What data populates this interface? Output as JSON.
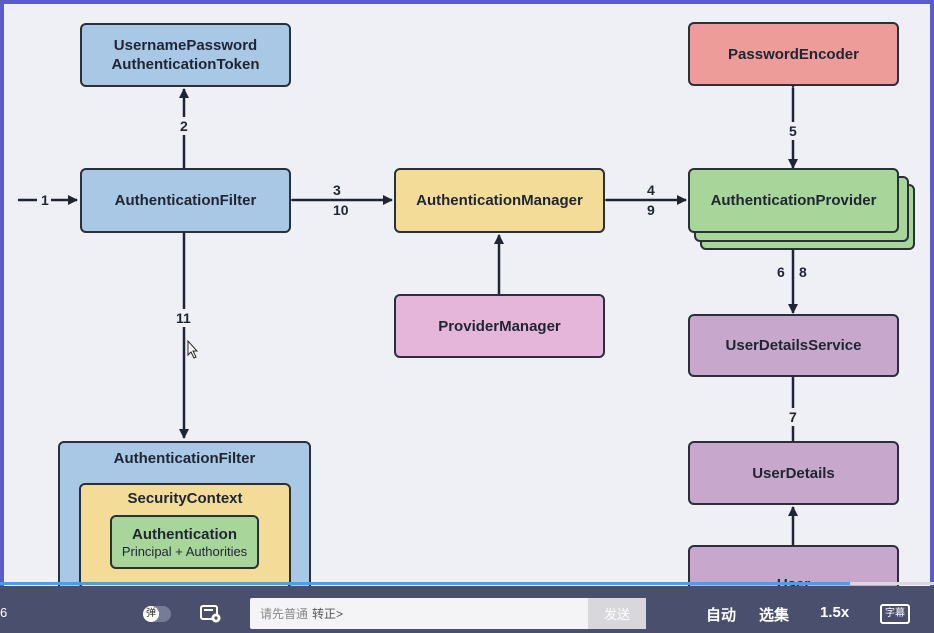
{
  "diagram": {
    "boxes": {
      "token": {
        "line1": "UsernamePassword",
        "line2": "AuthenticationToken"
      },
      "filter": "AuthenticationFilter",
      "manager": "AuthenticationManager",
      "provider_manager": "ProviderManager",
      "password_encoder": "PasswordEncoder",
      "provider": "AuthenticationProvider",
      "user_details_service": "UserDetailsService",
      "user_details": "UserDetails",
      "user": "User",
      "filter_container": "AuthenticationFilter",
      "security_context": "SecurityContext",
      "authentication": {
        "line1": "Authentication",
        "line2": "Principal + Authorities"
      }
    },
    "step_labels": {
      "s1": "1",
      "s2": "2",
      "s3": "3",
      "s10": "10",
      "s4": "4",
      "s9": "9",
      "s5": "5",
      "s6": "6",
      "s8": "8",
      "s7": "7",
      "s11": "11"
    }
  },
  "player": {
    "time_fragment": "6",
    "danmaku_toggle": "弹",
    "danmaku_placeholder": "请先普通",
    "danmaku_hint": "转正>",
    "send_label": "发送",
    "auto_label": "自动",
    "episodes_label": "选集",
    "speed_label": "1.5x",
    "subtitle_icon": "字幕"
  },
  "colors": {
    "blue": "#a9c8e6",
    "yellow": "#f2dc98",
    "green": "#a8d69a",
    "red": "#ee9c9a",
    "pink": "#e5b6d9",
    "purple": "#c7a7cc",
    "progress": "#3aa2ff"
  }
}
